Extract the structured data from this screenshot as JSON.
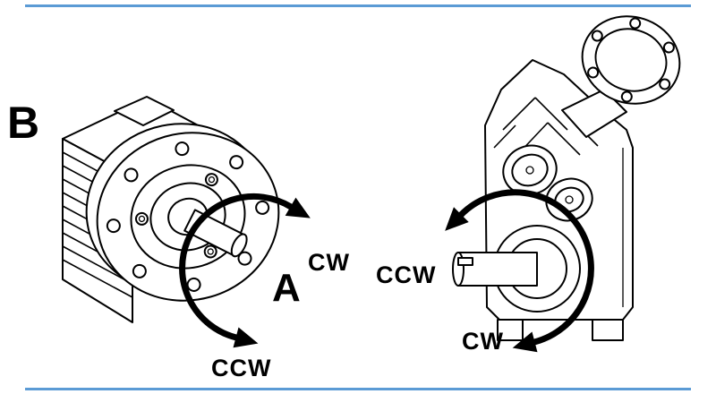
{
  "diagram": {
    "unit_b_label": "B",
    "unit_a_label": "A",
    "left_arrow": {
      "cw": "CW",
      "ccw": "CCW"
    },
    "right_arrow": {
      "ccw": "CCW",
      "cw": "CW"
    }
  },
  "colors": {
    "background": "#ffffff",
    "line_art": "#000000",
    "horizontal_rule": "#5b9bd5"
  }
}
